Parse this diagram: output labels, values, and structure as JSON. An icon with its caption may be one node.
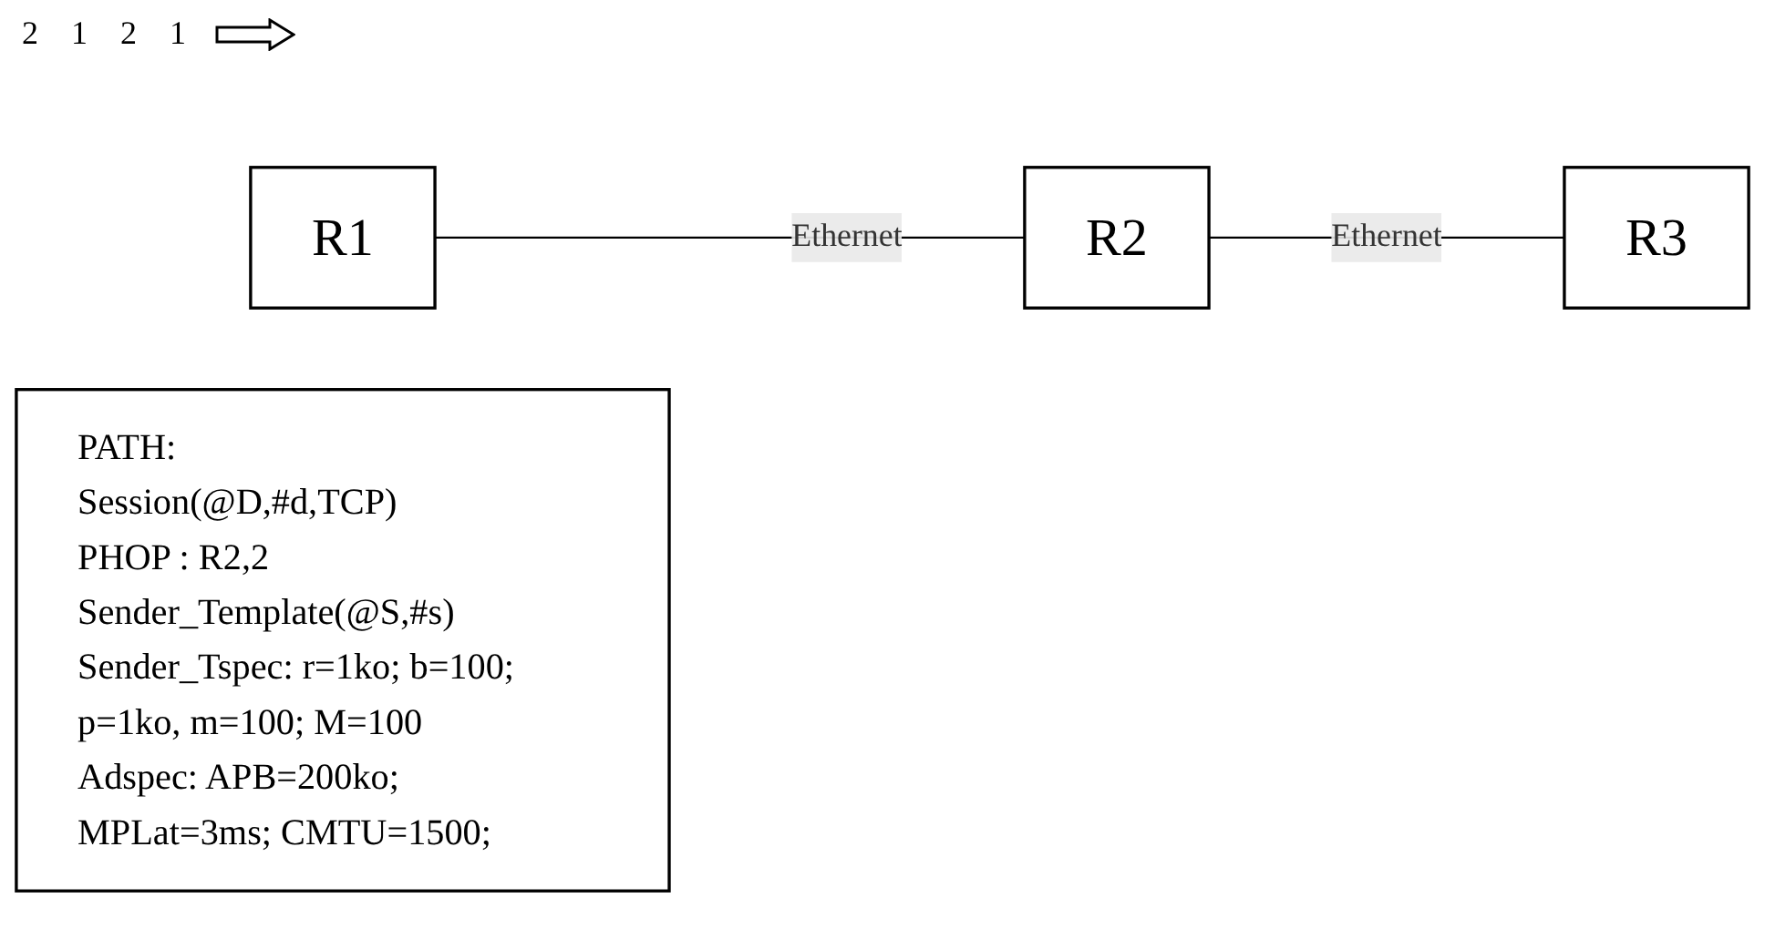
{
  "diagram": {
    "nodes": [
      {
        "text": [
          "R1"
        ]
      },
      {
        "text": [
          "R2"
        ]
      },
      {
        "text": [
          "R3"
        ]
      },
      {
        "text": [
          "PATH:",
          "Session(@D,#d,TCP)",
          "PHOP : R2,2",
          "Sender_Template(@S,#s)",
          "Sender_Tspec: r=1ko; b=100; p=1ko, m=100; M=100",
          "Adspec: APB=200ko; MPLat=3ms; CMTU=1500;"
        ]
      }
    ],
    "edges": [
      {
        "from": 0,
        "to": 1,
        "label": "Ethernet",
        "arrow": "none"
      },
      {
        "from": 1,
        "to": 2,
        "label": "Ethernet",
        "arrow": "none"
      }
    ],
    "labels": [
      "2",
      "1",
      "2",
      "1"
    ]
  }
}
